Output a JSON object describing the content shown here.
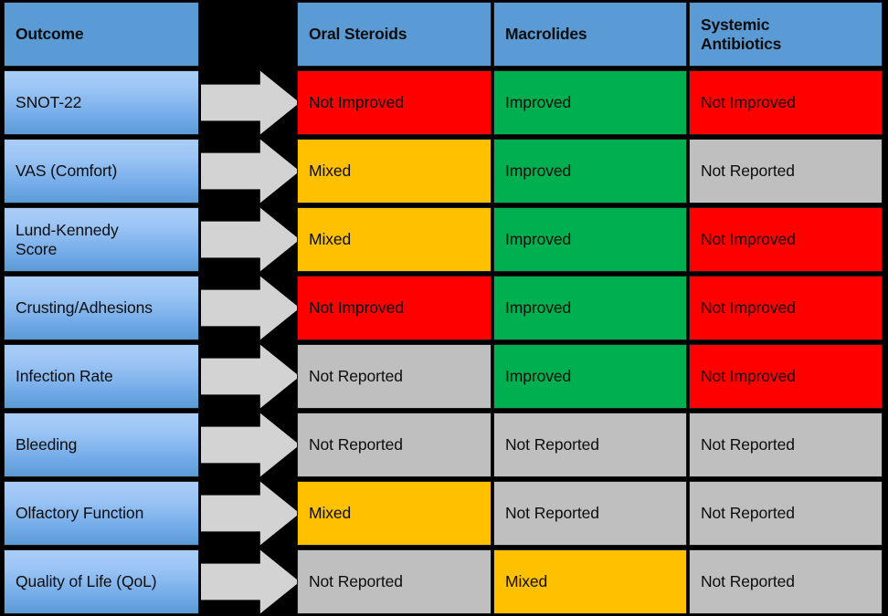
{
  "figure": {
    "type": "matrix-table",
    "background_color": "#000000",
    "description": "Outcome-by-treatment status matrix with arrows linking outcome labels to treatment results"
  },
  "palette": {
    "header_blue": "#5B9BD5",
    "row_blue_light": "#A9CDF7",
    "row_blue_dark": "#5B9BD5",
    "red": "#FF0000",
    "green": "#00B050",
    "yellow": "#FFC000",
    "gray": "#BFBFBF",
    "arrow_gray": "#D3D3D3",
    "text": "#0D0D0D",
    "grid": "#000000"
  },
  "legend_meaning": {
    "green": "Improved",
    "yellow": "Mixed",
    "red": "Not Improved",
    "gray": "Not Reported"
  },
  "columns": [
    {
      "key": "outcome",
      "label": "Outcome"
    },
    {
      "key": "arrow",
      "label": ""
    },
    {
      "key": "oral",
      "label": "Oral Steroids"
    },
    {
      "key": "macro",
      "label": "Macrolides"
    },
    {
      "key": "systemic",
      "label": "Systemic\nAntibiotics"
    }
  ],
  "rows": [
    {
      "outcome": "SNOT-22",
      "arrow_icon": "right-arrow-icon",
      "cells": [
        {
          "text": "Not Improved",
          "status": "red"
        },
        {
          "text": "Improved",
          "status": "green"
        },
        {
          "text": "Not Improved",
          "status": "red"
        }
      ]
    },
    {
      "outcome": "VAS (Comfort)",
      "arrow_icon": "right-arrow-icon",
      "cells": [
        {
          "text": "Mixed",
          "status": "yellow"
        },
        {
          "text": "Improved",
          "status": "green"
        },
        {
          "text": "Not Reported",
          "status": "gray"
        }
      ]
    },
    {
      "outcome": "Lund-Kennedy\nScore",
      "arrow_icon": "right-arrow-icon",
      "cells": [
        {
          "text": "Mixed",
          "status": "yellow"
        },
        {
          "text": "Improved",
          "status": "green"
        },
        {
          "text": "Not Improved",
          "status": "red"
        }
      ]
    },
    {
      "outcome": "Crusting/Adhesions",
      "arrow_icon": "right-arrow-icon",
      "cells": [
        {
          "text": "Not Improved",
          "status": "red"
        },
        {
          "text": "Improved",
          "status": "green"
        },
        {
          "text": "Not Improved",
          "status": "red"
        }
      ]
    },
    {
      "outcome": "Infection Rate",
      "arrow_icon": "right-arrow-icon",
      "cells": [
        {
          "text": "Not Reported",
          "status": "gray"
        },
        {
          "text": "Improved",
          "status": "green"
        },
        {
          "text": "Not Improved",
          "status": "red"
        }
      ]
    },
    {
      "outcome": "Bleeding",
      "arrow_icon": "right-arrow-icon",
      "cells": [
        {
          "text": "Not Reported",
          "status": "gray"
        },
        {
          "text": "Not Reported",
          "status": "gray"
        },
        {
          "text": "Not Reported",
          "status": "gray"
        }
      ]
    },
    {
      "outcome": "Olfactory Function",
      "arrow_icon": "right-arrow-icon",
      "cells": [
        {
          "text": "Mixed",
          "status": "yellow"
        },
        {
          "text": "Not Reported",
          "status": "gray"
        },
        {
          "text": "Not Reported",
          "status": "gray"
        }
      ]
    },
    {
      "outcome": "Quality of Life (QoL)",
      "arrow_icon": "right-arrow-icon",
      "cells": [
        {
          "text": "Not Reported",
          "status": "gray"
        },
        {
          "text": "Mixed",
          "status": "yellow"
        },
        {
          "text": "Not Reported",
          "status": "gray"
        }
      ]
    }
  ]
}
